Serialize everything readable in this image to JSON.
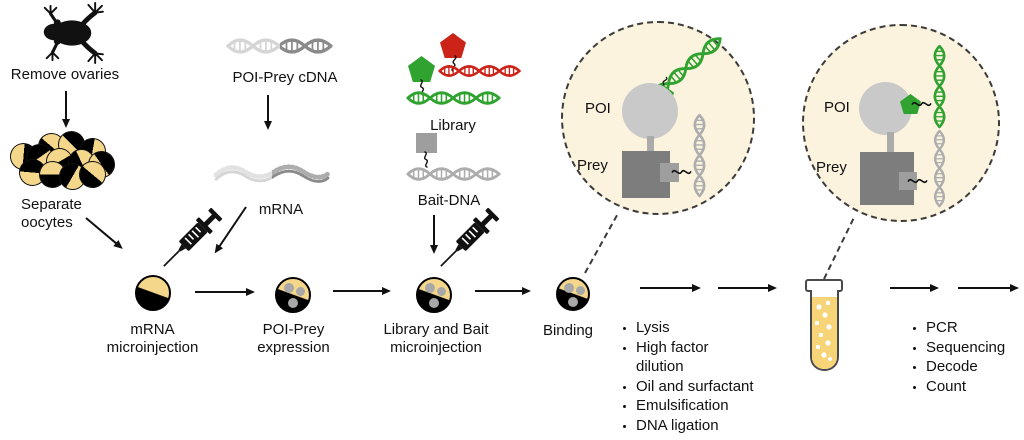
{
  "labels": {
    "remove_ovaries": "Remove ovaries",
    "separate_oocytes": "Separate oocytes",
    "mrna_microinjection": "mRNA microinjection",
    "poi_prey_cdna": "POI-Prey cDNA",
    "mrna": "mRNA",
    "poi_prey_expression": "POI-Prey expression",
    "library": "Library",
    "bait_dna": "Bait-DNA",
    "library_and_bait_microinjection": "Library and Bait microinjection",
    "binding": "Binding",
    "poi": "POI",
    "prey": "Prey"
  },
  "emulsion_steps": [
    "Lysis",
    "High factor dilution",
    "Oil and surfactant",
    "Emulsification",
    "DNA ligation"
  ],
  "readout_steps": [
    "PCR",
    "Sequencing",
    "Decode",
    "Count"
  ],
  "icons": {
    "frog": "frog-silhouette-icon",
    "oocyte": "two-tone-oocyte-icon",
    "syringe": "syringe-icon",
    "dna": "dna-helix-icon",
    "mrna_wave": "mrna-wave-icon",
    "pentagon_tag": "pentagon-barcode-tag-icon",
    "bait_square": "bait-square-tag-icon",
    "test_tube": "test-tube-icon"
  },
  "colors": {
    "oocyte_yellow": "#F5D78C",
    "library_green": "#2FA22F",
    "library_red": "#CC2318",
    "dna_gray": "#ADADAD",
    "cdna_light": "#D5D5D5",
    "cdna_dark": "#8A8A8A",
    "poi_gray": "#C9C9C9",
    "prey_gray": "#7D7D7D",
    "bait_gray": "#9E9E9E",
    "callout_bg": "#FBF3DE",
    "tube_liquid": "#F8D478",
    "ink": "#111111"
  }
}
